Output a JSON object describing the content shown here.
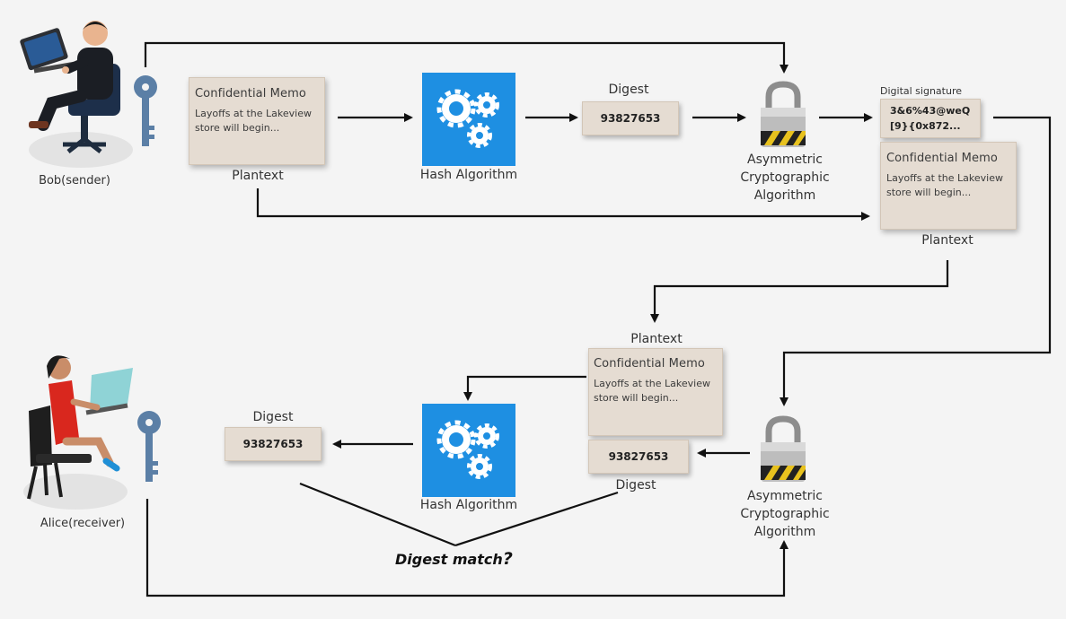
{
  "sender": {
    "label": "Bob(sender)"
  },
  "receiver": {
    "label": "Alice(receiver)"
  },
  "memo": {
    "title": "Confidential Memo",
    "body_line1": "Layoffs at the Lakeview",
    "body_line2": "store will begin..."
  },
  "top": {
    "plaintext_label": "Plantext",
    "hash_label": "Hash Algorithm",
    "digest_label": "Digest",
    "digest_value": "93827653",
    "asym_line1": "Asymmetric",
    "asym_line2": "Cryptographic",
    "asym_line3": "Algorithm",
    "signature_label": "Digital signature",
    "signature_line1": "3&6%43@weQ",
    "signature_line2": "[9}{0x872...",
    "right_plaintext_label": "Plantext"
  },
  "bottom": {
    "plaintext_label": "Plantext",
    "hash_label": "Hash Algorithm",
    "digest_left_label": "Digest",
    "digest_left_value": "93827653",
    "digest_right_label": "Digest",
    "digest_right_value": "93827653",
    "asym_line1": "Asymmetric",
    "asym_line2": "Cryptographic",
    "asym_line3": "Algorithm",
    "match_label": "Digest match",
    "match_qmark": "?"
  },
  "colors": {
    "hash_box": "#1e8fe2",
    "paper": "#e5dcd2",
    "key": "#5b7fa6",
    "lock_stripe_yellow": "#e8c21e",
    "arrow": "#111111"
  },
  "icons": [
    "person-at-laptop-icon",
    "key-icon",
    "gears-icon",
    "padlock-icon"
  ]
}
